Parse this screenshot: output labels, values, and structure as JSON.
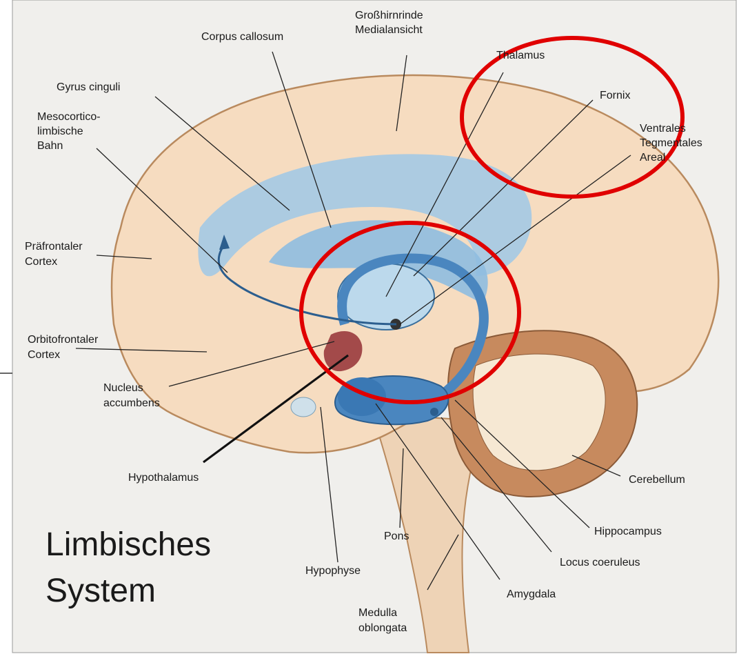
{
  "title_lines": [
    "Limbisches",
    "System"
  ],
  "labels": {
    "grosshirnrinde": [
      "Großhirnrinde",
      "Medialansicht"
    ],
    "corpus_callosum": "Corpus callosum",
    "thalamus": "Thalamus",
    "gyrus_cinguli": "Gyrus cinguli",
    "fornix": "Fornix",
    "mesocortico": [
      "Mesocortico-",
      "limbische",
      "Bahn"
    ],
    "ventrales": [
      "Ventrales",
      "Tegmentales",
      "Areal"
    ],
    "praefrontaler": [
      "Präfrontaler",
      "Cortex"
    ],
    "orbitofrontaler": [
      "Orbitofrontaler",
      "Cortex"
    ],
    "nucleus_accumbens": [
      "Nucleus",
      "accumbens"
    ],
    "hypothalamus": "Hypothalamus",
    "cerebellum": "Cerebellum",
    "hippocampus": "Hippocampus",
    "pons": "Pons",
    "locus_coeruleus": "Locus coeruleus",
    "hypophyse": "Hypophyse",
    "amygdala": "Amygdala",
    "medulla": [
      "Medulla",
      "oblongata"
    ]
  },
  "colors": {
    "background": "#f0efec",
    "cortex": "#f6dcc0",
    "cortex_outline": "#b98a5e",
    "limbic_blue": "#9fc8e6",
    "limbic_deep": "#4a86bf",
    "brainstem": "#eed3b6",
    "cerebellum": "#c78a5e",
    "highlight_red": "#e00000"
  }
}
